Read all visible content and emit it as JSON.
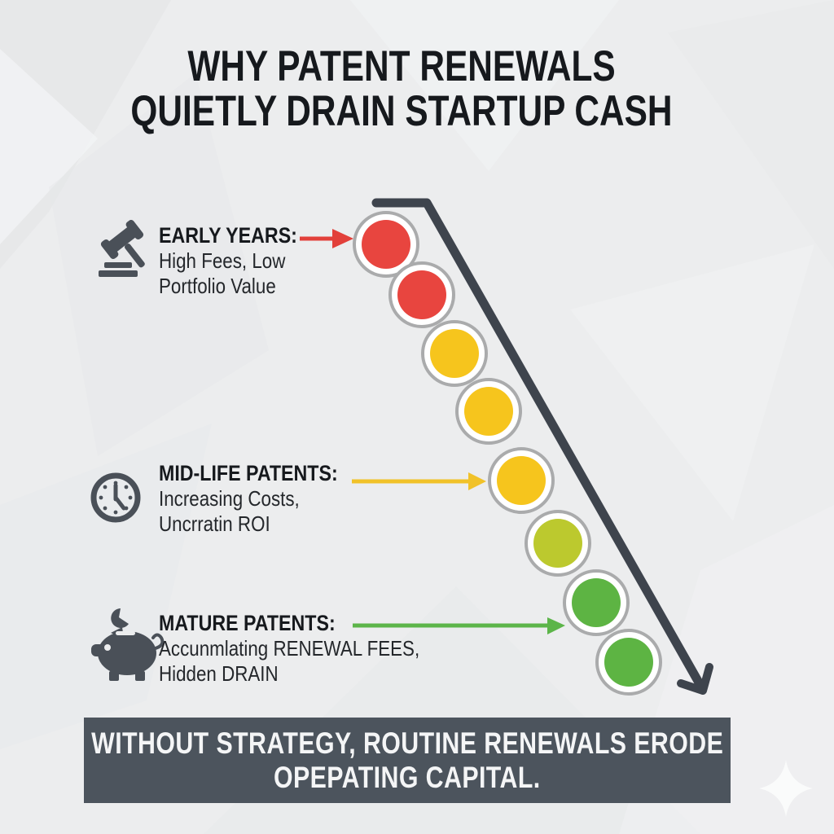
{
  "title": {
    "line1": "WHY PATENT RENEWALS",
    "line2": "QUIETLY DRAIN STARTUP CASH"
  },
  "sections": [
    {
      "icon": "gavel-icon",
      "heading": "EARLY YEARS:",
      "line1": "High Fees, Low",
      "line2": "Portfolio Value",
      "arrow_color": "#e2403a"
    },
    {
      "icon": "clock-icon",
      "heading": "MID-LIFE PATENTS:",
      "line1": "Increasing Costs,",
      "line2": "Uncrratin ROI",
      "arrow_color": "#f1c229"
    },
    {
      "icon": "piggy-bank-icon",
      "heading": "MATURE PATENTS:",
      "line1": "Accunmlating RENEWAL FEES,",
      "line2": "Hidden DRAIN",
      "arrow_color": "#5cb549"
    }
  ],
  "timeline": {
    "description": "declining diagonal arrow with colored patent-cost dots",
    "dot_colors": [
      "#e8453f",
      "#e8453f",
      "#f6c51d",
      "#f6c51d",
      "#f6c51d",
      "#bcc92e",
      "#5db443",
      "#5db443"
    ]
  },
  "banner": {
    "line1": "WITHOUT STRATEGY, ROUTINE RENEWALS ERODE",
    "line2": "OPEPATING CAPITAL."
  },
  "colors": {
    "bg": "#ecedee",
    "ink": "#16191d",
    "icon_gray": "#4a5058",
    "line_dark": "#3e444d",
    "ring_gray": "#aaabac",
    "banner_bg": "#4c545d",
    "banner_text": "#f4f5f6",
    "sparkle": "#fafbfb"
  }
}
